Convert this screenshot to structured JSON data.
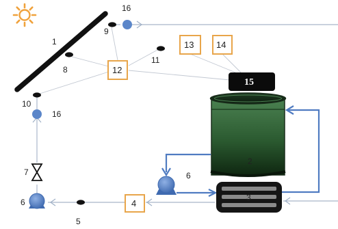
{
  "labels": {
    "collector": "1",
    "tank": "2",
    "exchanger": "3",
    "box4": "4",
    "sensor5": "5",
    "pump_left": "6",
    "pump_mid": "6",
    "valve": "7",
    "sensor8": "8",
    "sensor9": "9",
    "sensor10": "10",
    "sensor11": "11",
    "box12": "12",
    "box13": "13",
    "box14": "14",
    "box15": "15",
    "flow_top": "16",
    "flow_left": "16"
  },
  "colors": {
    "sun": "#f0a23c",
    "box_border": "#e8a54a",
    "pump": "#5b86c9",
    "tank_top": "#3e6f42",
    "tank_bottom": "#0f2711",
    "pipe_light": "#b7c2d2",
    "pipe_blue": "#4f7bc1"
  },
  "icons": [
    "sun-icon",
    "pump-icon",
    "valve-icon",
    "flow-meter-icon",
    "sensor-icon"
  ]
}
